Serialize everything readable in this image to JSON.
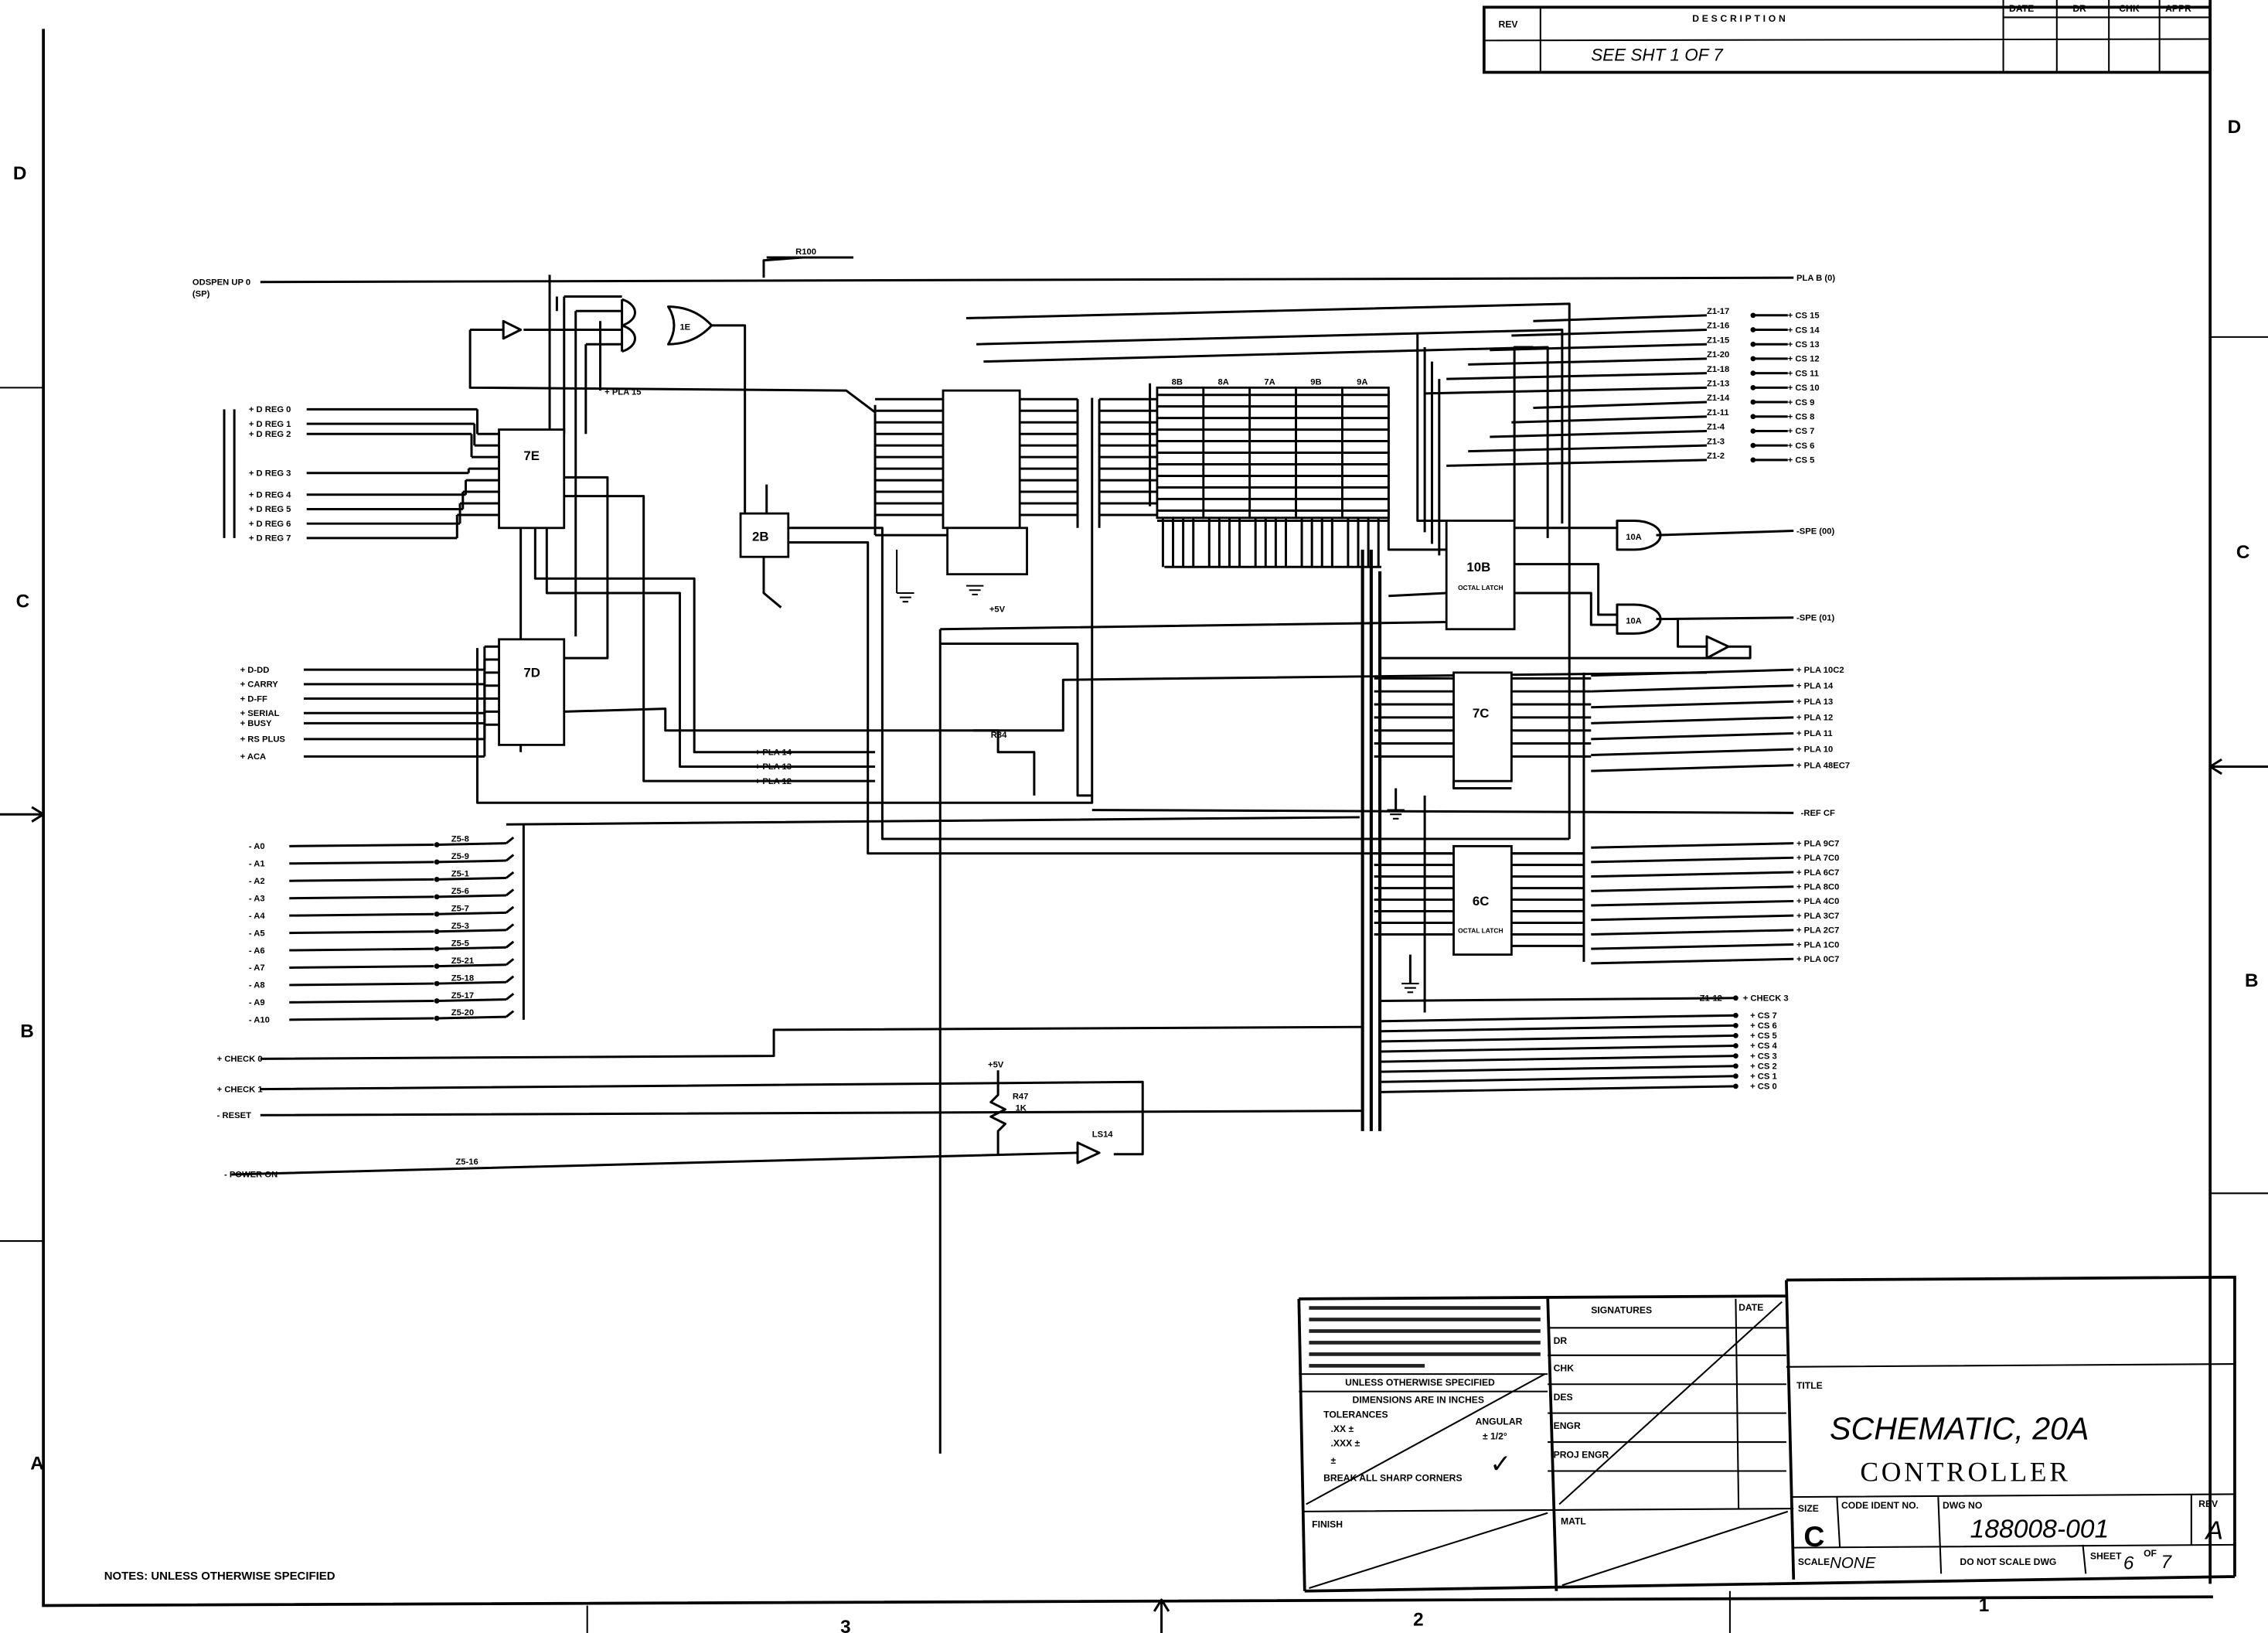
{
  "zones": {
    "rows": [
      "D",
      "C",
      "B",
      "A"
    ],
    "cols": [
      "3",
      "2",
      "1"
    ]
  },
  "rev_block": {
    "headers": {
      "rev": "REV",
      "description": "DESCRIPTION",
      "date": "DATE",
      "dr": "DR",
      "chk": "CHK",
      "appr": "APPR"
    },
    "rows": [
      {
        "rev": "",
        "description": "SEE SHT 1 OF 7"
      }
    ]
  },
  "notes": "NOTES: UNLESS OTHERWISE SPECIFIED",
  "title_block": {
    "unless": "UNLESS OTHERWISE SPECIFIED",
    "dimensions": "DIMENSIONS ARE IN INCHES",
    "tolerances": "TOLERANCES",
    "xx": ".XX ±",
    "xxx": ".XXX ±",
    "frac": "± ",
    "angular": "ANGULAR",
    "angular_tol": "± 1/2°",
    "check": "✓",
    "break_corners": "BREAK ALL SHARP CORNERS",
    "finish": "FINISH",
    "signatures": "SIGNATURES",
    "date": "DATE",
    "sig_rows": [
      "DR",
      "CHK",
      "DES",
      "ENGR",
      "PROJ ENGR"
    ],
    "matl": "MATL",
    "title_label": "TITLE",
    "title_line1": "SCHEMATIC, 20A",
    "title_line2": "CONTROLLER",
    "size_label": "SIZE",
    "size": "C",
    "code_ident_label": "CODE IDENT NO.",
    "dwg_no_label": "DWG NO",
    "dwg_no": "188008-001",
    "rev_label": "REV",
    "rev": "A",
    "scale_label": "SCALE",
    "scale": "NONE",
    "no_scale": "DO NOT SCALE DWG",
    "sheet_label": "SHEET",
    "sheet": "6",
    "of": "OF",
    "sheet_total": "7"
  },
  "schematic": {
    "top_signal": "ODSPEN UP 0",
    "top_signal_sub": "(SP)",
    "top_out": "PLA B (0)",
    "r_top": "R100",
    "gate_1e": "1E",
    "chip_7e": "7E",
    "chip_7d": "7D",
    "chip_2b": "2B",
    "chip_7c": "7C",
    "chip_6c": "6C",
    "chip_6c_sub": "OCTAL LATCH",
    "chip_10b": "10B",
    "chip_10b_sub": "OCTAL LATCH",
    "gate_10a_1": "10A",
    "gate_10a_2": "10A",
    "pla15": "+ PLA 15",
    "pla_mid": [
      "+ PLA 14",
      "+ PLA 13",
      "+ PLA 12"
    ],
    "dreg": [
      "+ D REG 0",
      "+ D REG 1",
      "+ D REG 2",
      "+ D REG 3",
      "+ D REG 4",
      "+ D REG 5",
      "+ D REG 6",
      "+ D REG 7"
    ],
    "d7_inputs": [
      "+ D-DD",
      "+ CARRY",
      "+ D-FF",
      "+ SERIAL",
      "+ BUSY",
      "+ RS PLUS",
      "+ ACA"
    ],
    "addr": [
      "- A0",
      "- A1",
      "- A2",
      "- A3",
      "- A4",
      "- A5",
      "- A6",
      "- A7",
      "- A8",
      "- A9",
      "- A10"
    ],
    "addr_conn": [
      "Z5-8",
      "Z5-9",
      "Z5-1",
      "Z5-6",
      "Z5-7",
      "Z5-3",
      "Z5-5",
      "Z5-21",
      "Z5-18",
      "Z5-17",
      "Z5-20"
    ],
    "check0": "+ CHECK 0",
    "check1": "+ CHECK 1",
    "reset": "- RESET",
    "power": "- POWER ON",
    "power_conn": "Z5-16",
    "plus5v": "+5V",
    "r47": "R47",
    "r47_val": "1K",
    "r34": "R34",
    "ls14": "LS14",
    "ram_labels": [
      "8B",
      "8A",
      "7A",
      "9B",
      "9A"
    ],
    "cs_conn": [
      "Z1-17",
      "Z1-16",
      "Z1-15",
      "Z1-20",
      "Z1-18",
      "Z1-13",
      "Z1-14",
      "Z1-11",
      "Z1-4",
      "Z1-3",
      "Z1-2"
    ],
    "cs_out": [
      "+ CS 15",
      "+ CS 14",
      "+ CS 13",
      "+ CS 12",
      "+ CS 11",
      "+ CS 10",
      "+ CS 9",
      "+ CS 8",
      "+ CS 7",
      "+ CS 6",
      "+ CS 5"
    ],
    "spe0": "-SPE (00)",
    "spe1": "-SPE (01)",
    "pla_7c": [
      "+ PLA 10C2",
      "+ PLA 14",
      "+ PLA 13",
      "+ PLA 12",
      "+ PLA 11",
      "+ PLA 10",
      "+ PLA 48EC7"
    ],
    "ref": "-REF CF",
    "pla_6c": [
      "+ PLA 9C7",
      "+ PLA 7C0",
      "+ PLA 6C7",
      "+ PLA 8C0",
      "+ PLA 4C0",
      "+ PLA 3C7",
      "+ PLA 2C7",
      "+ PLA 1C0",
      "+ PLA 0C7"
    ],
    "check3_conn": "Z1-12",
    "check3": "+ CHECK 3",
    "cs_low": [
      "+ CS 7",
      "+ CS 6",
      "+ CS 5",
      "+ CS 4",
      "+ CS 3",
      "+ CS 2",
      "+ CS 1",
      "+ CS 0"
    ]
  }
}
